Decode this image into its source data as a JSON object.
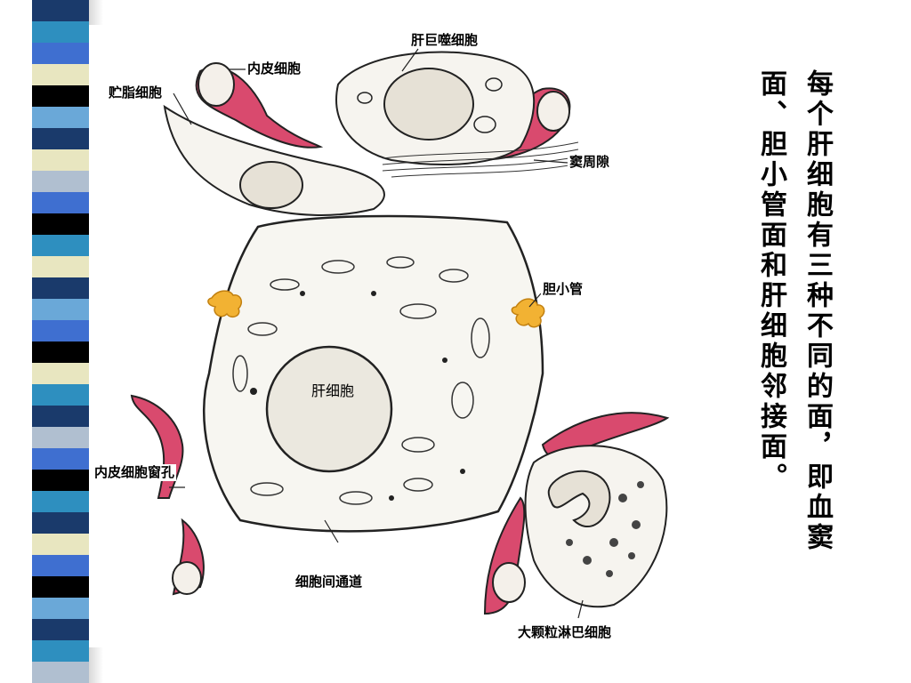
{
  "slide": {
    "caption": "每个肝细胞有三种不同的面，即血窦面、胆小管面和肝细胞邻接面。"
  },
  "diagram": {
    "labels": {
      "endothelial_cell": "内皮细胞",
      "fat_storing_cell": "贮脂细胞",
      "kupffer_cell": "肝巨噬细胞",
      "perisinusoidal_space": "窦周隙",
      "bile_canaliculus": "胆小管",
      "hepatocyte": "肝细胞",
      "endothelial_fenestra": "内皮细胞窗孔",
      "intercellular_channel": "细胞间通道",
      "large_granular_lymphocyte": "大颗粒淋巴细胞"
    }
  },
  "colors": {
    "endothelium": "#d94a6e",
    "bile": "#f2b233",
    "stripe_palette": [
      "#1a3a6b",
      "#3f6fd0",
      "#2e8fbf",
      "#e8e6c0",
      "#000000",
      "#6aa8d8",
      "#b0bfd0"
    ]
  }
}
